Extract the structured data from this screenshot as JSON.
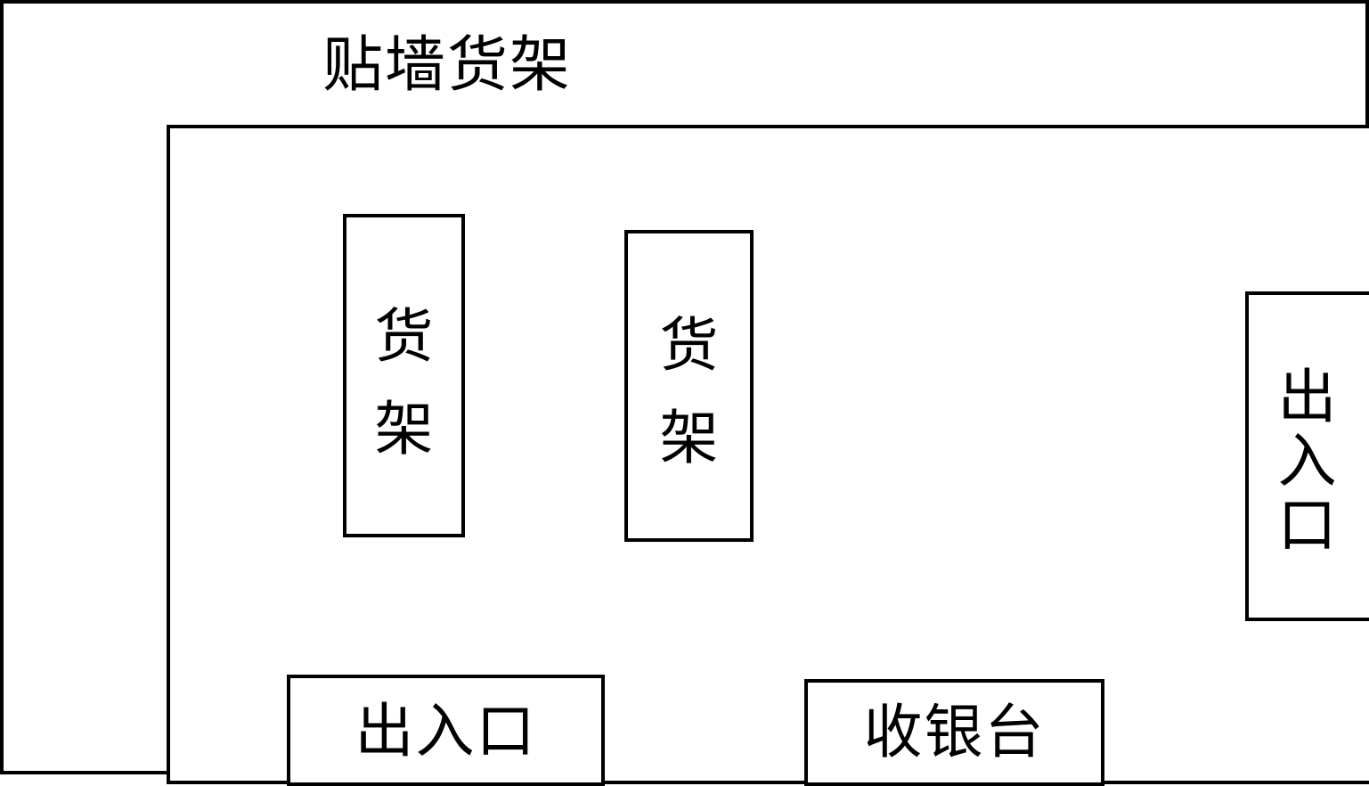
{
  "wall_shelf_label": "贴墙货架",
  "shelf_1": {
    "line1": "货",
    "line2": "架"
  },
  "shelf_2": {
    "line1": "货",
    "line2": "架"
  },
  "entrance_right": {
    "line1": "出",
    "line2": "入",
    "line3": "口"
  },
  "entrance_bottom_label": "出入口",
  "checkout_label": "收银台"
}
